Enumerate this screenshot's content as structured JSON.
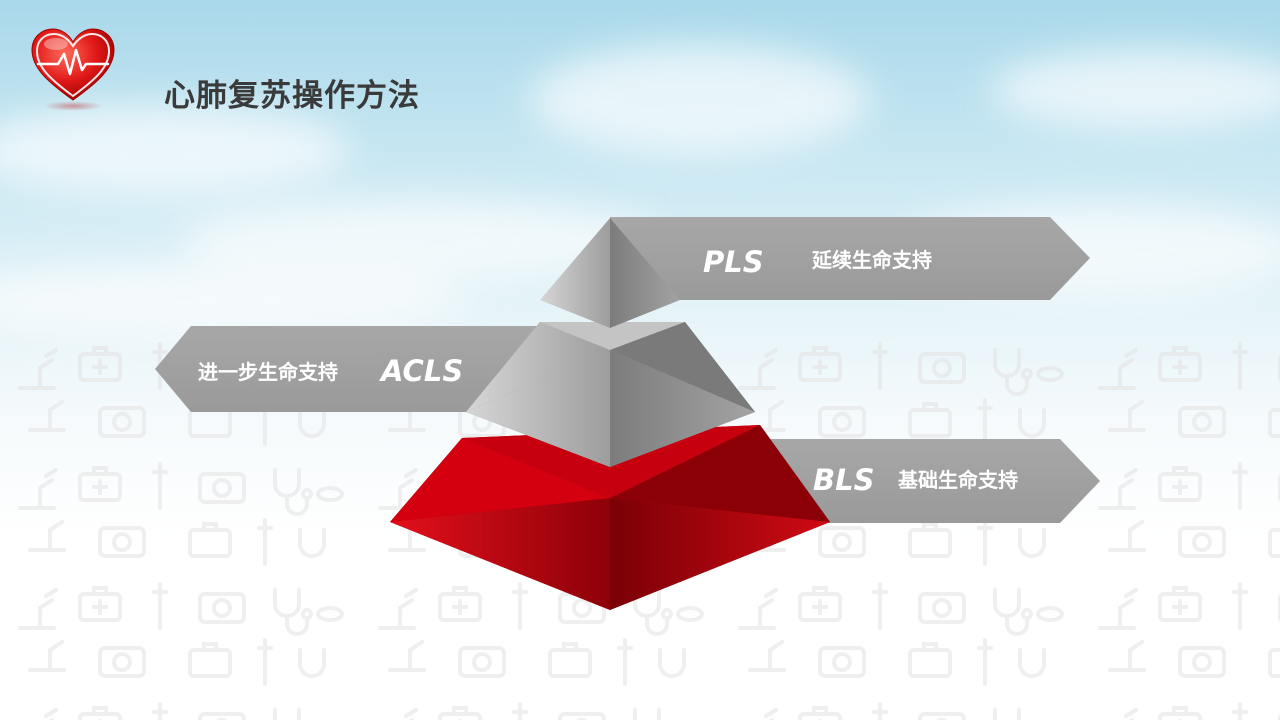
{
  "header": {
    "title": "心肺复苏操作方法",
    "logo_icon": "heart-ecg-icon"
  },
  "pyramid": {
    "levels": [
      {
        "code": "PLS",
        "desc": "延续生命支持",
        "level": "top",
        "color": "#9e9e9e"
      },
      {
        "code": "ACLS",
        "desc": "进一步生命支持",
        "level": "middle",
        "color": "#9e9e9e"
      },
      {
        "code": "BLS",
        "desc": "基础生命支持",
        "level": "bottom",
        "color": "#c4000c"
      }
    ]
  },
  "colors": {
    "arrow": "#a3a3a3",
    "red": "#c4000c",
    "title": "#3a3a3a"
  }
}
